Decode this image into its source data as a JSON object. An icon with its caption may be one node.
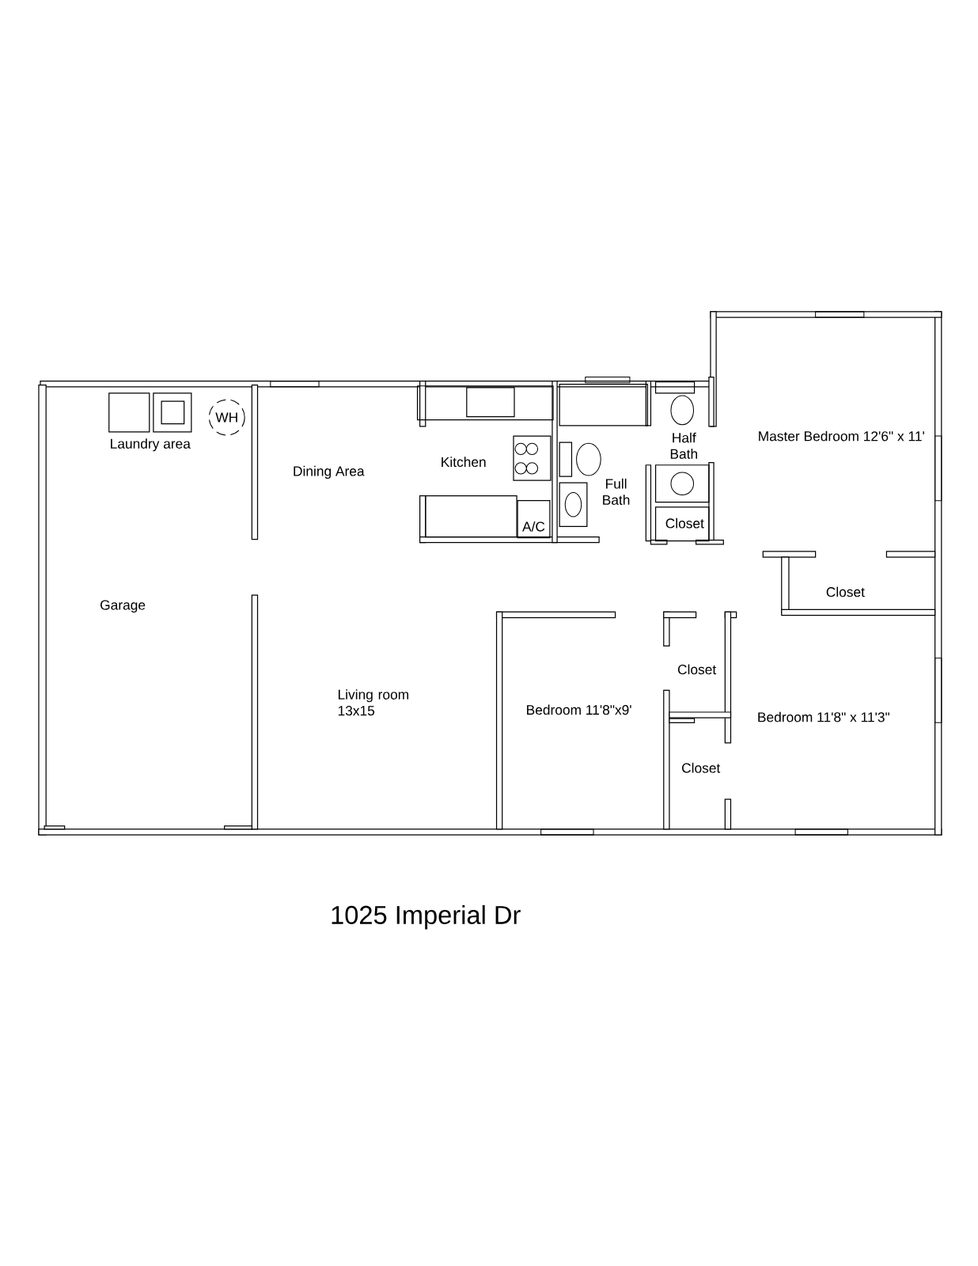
{
  "diagram": {
    "caption": "1025 Imperial Dr",
    "labels": [
      "Laundry area",
      "WH",
      "Dining Area",
      "Kitchen",
      "Half Bath",
      "Master Bedroom 12'6\" x 11'",
      "Full Bath",
      "A/C",
      "Closet",
      "Garage",
      "Closet",
      "Closet",
      "Living room 13x15",
      "Bedroom 11'8\"x9'",
      "Bedroom 11'8\" x 11'3\"",
      "Closet"
    ]
  }
}
